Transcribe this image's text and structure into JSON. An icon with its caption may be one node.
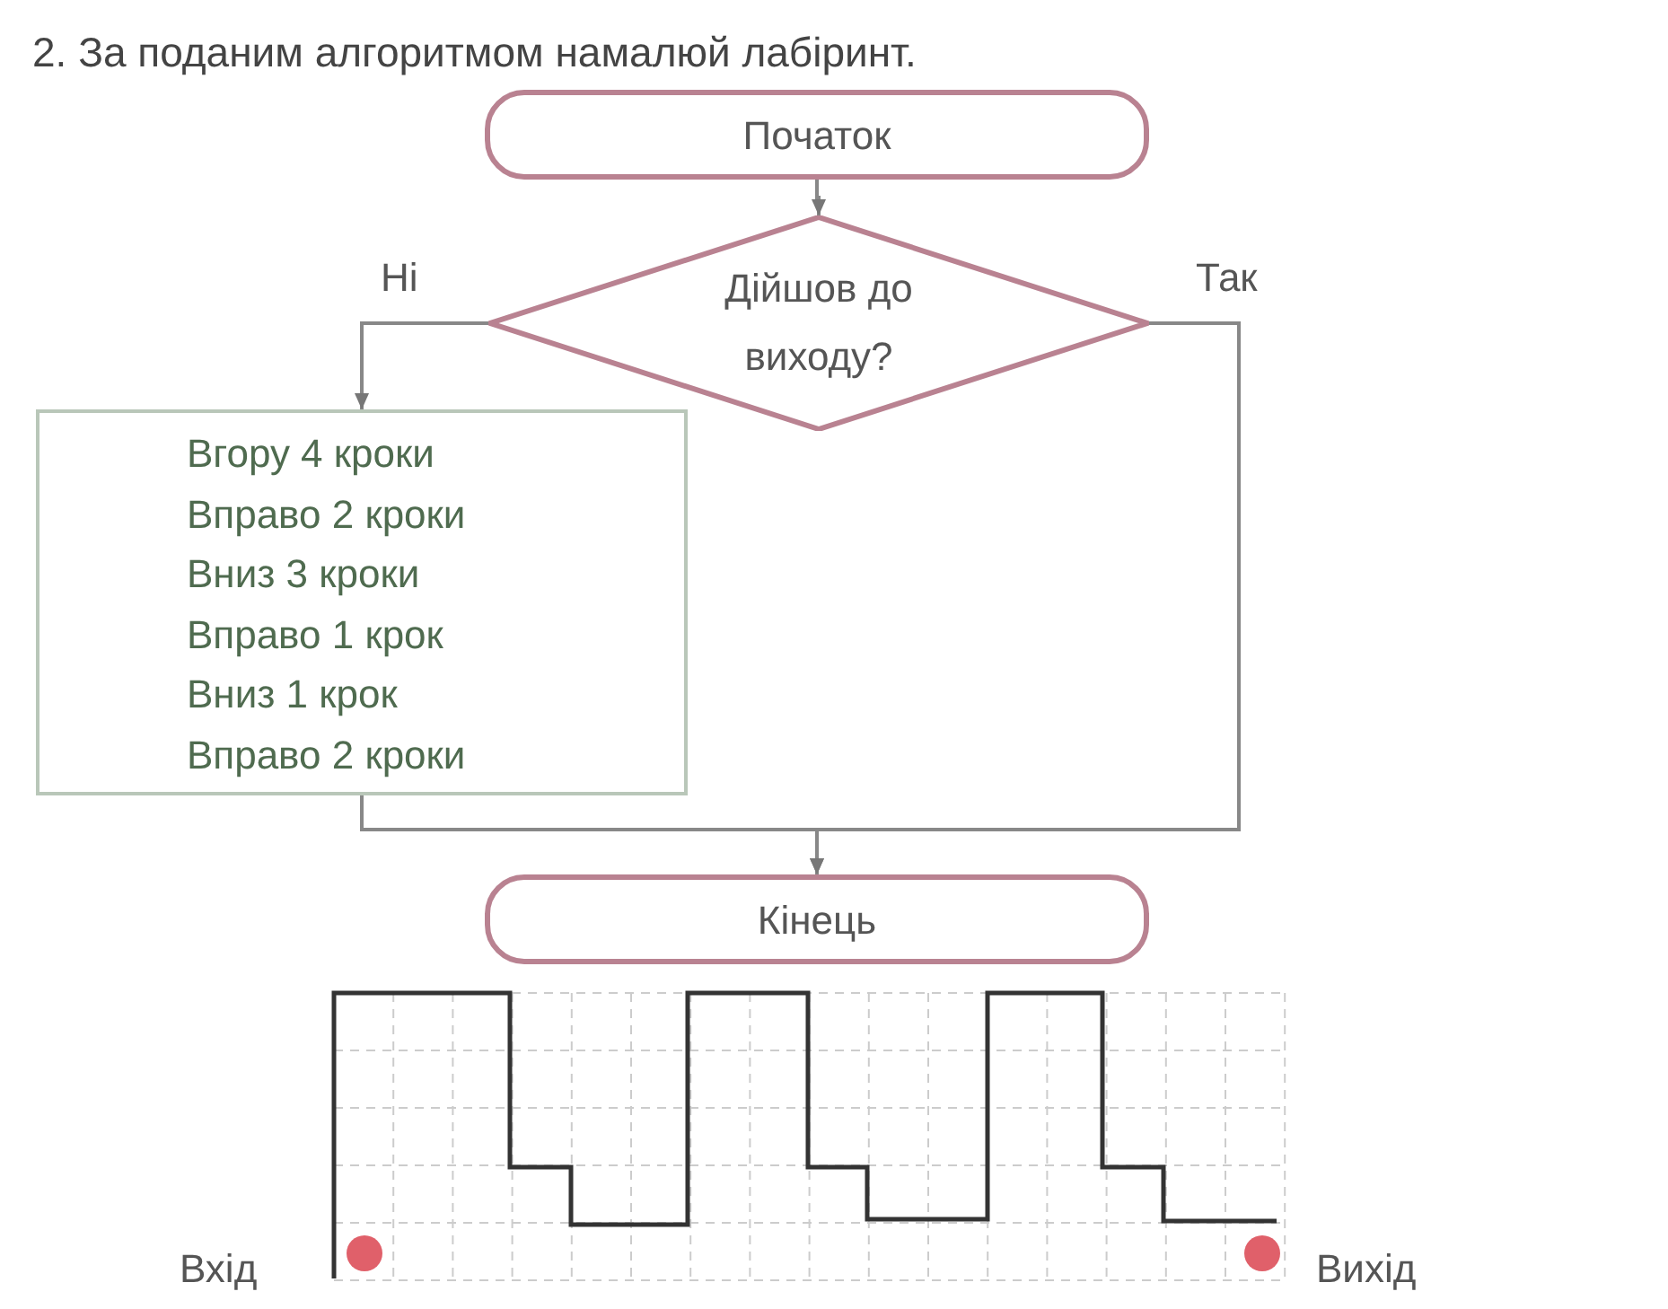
{
  "diagram": {
    "title": "2. За поданим алгоритмом намалюй лабіринт.",
    "nodes": [
      {
        "text": [
          "Початок"
        ]
      },
      {
        "text": [
          "Дійшов до виходу?"
        ]
      },
      {
        "text": [
          "Вгору 4 кроки",
          "Вправо 2 кроки",
          "Вниз 3 кроки",
          "Вправо 1 крок",
          "Вниз 1 крок",
          "Вправо 2 кроки"
        ]
      },
      {
        "text": [
          "Кінець"
        ]
      }
    ],
    "edges": [
      {
        "from": 0,
        "to": 1,
        "arrow": "to"
      },
      {
        "from": 1,
        "to": 2,
        "label": "Ні",
        "arrow": "to"
      },
      {
        "from": 1,
        "to": 3,
        "label": "Так",
        "arrow": "to"
      },
      {
        "from": 2,
        "to": 3,
        "arrow": "to"
      }
    ],
    "labels": [
      "Вхід",
      "Вихід"
    ]
  }
}
